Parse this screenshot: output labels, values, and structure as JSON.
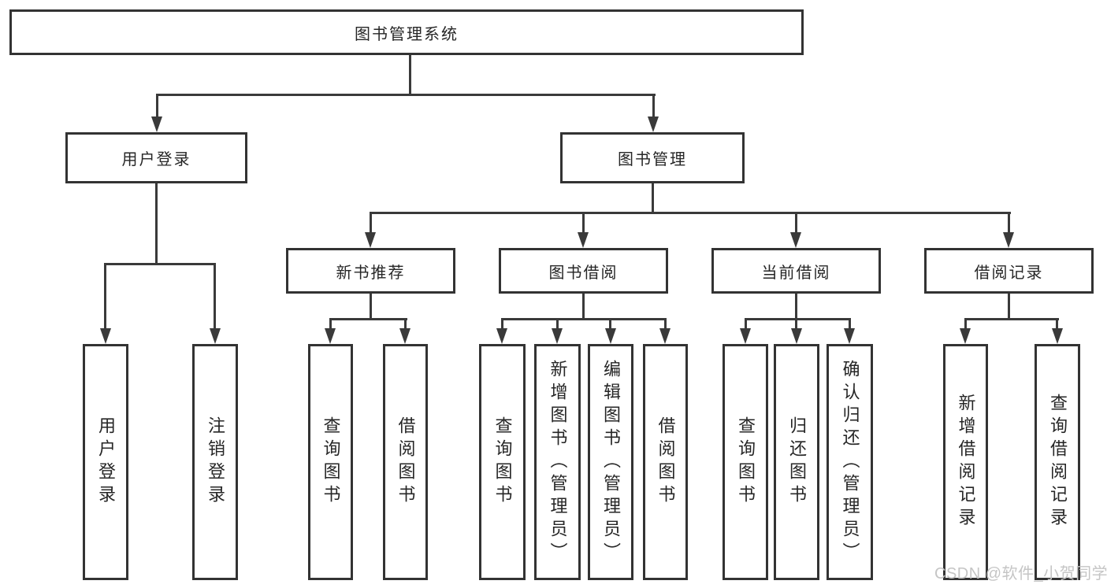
{
  "diagram": {
    "root": {
      "label": "图书管理系统"
    },
    "level2": [
      {
        "label": "用户登录"
      },
      {
        "label": "图书管理"
      }
    ],
    "level3": [
      {
        "label": "新书推荐"
      },
      {
        "label": "图书借阅"
      },
      {
        "label": "当前借阅"
      },
      {
        "label": "借阅记录"
      }
    ],
    "leaves": {
      "user_login": [
        {
          "label": "用户登录"
        },
        {
          "label": "注销登录"
        }
      ],
      "new_book_recommend": [
        {
          "label": "查询图书"
        },
        {
          "label": "借阅图书"
        }
      ],
      "book_borrow": [
        {
          "label": "查询图书"
        },
        {
          "label": "新增图书（管理员）"
        },
        {
          "label": "编辑图书（管理员）"
        },
        {
          "label": "借阅图书"
        }
      ],
      "current_borrow": [
        {
          "label": "查询图书"
        },
        {
          "label": "归还图书"
        },
        {
          "label": "确认归还（管理员）"
        }
      ],
      "borrow_records": [
        {
          "label": "新增借阅记录"
        },
        {
          "label": "查询借阅记录"
        }
      ]
    }
  },
  "watermark": {
    "text": "CSDN @软件_小贺同学"
  },
  "colors": {
    "line": "#3a3a3a",
    "border": "#333333",
    "text": "#262626",
    "bg": "#ffffff",
    "watermark": "#c5c5c5"
  }
}
